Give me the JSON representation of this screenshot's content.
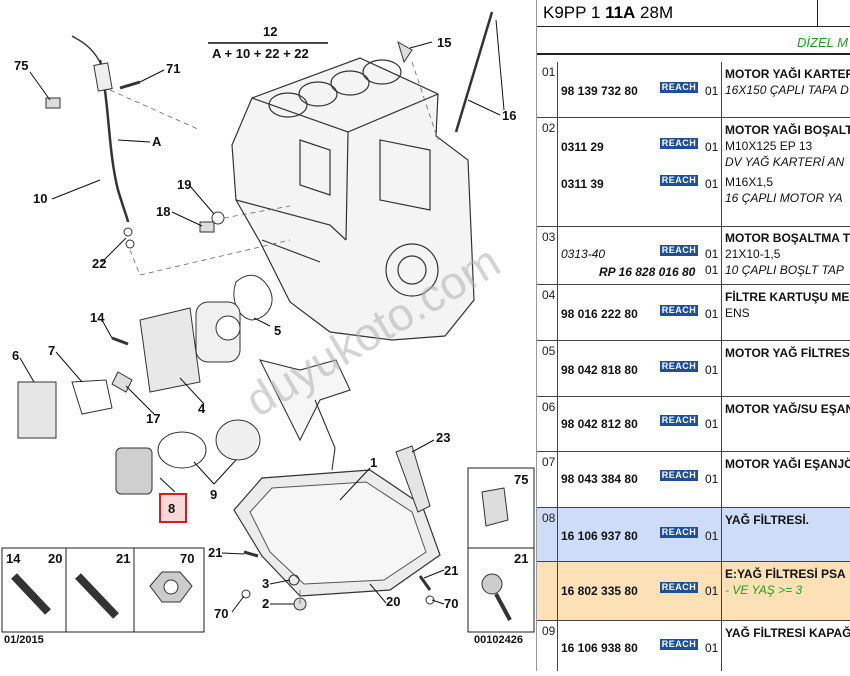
{
  "diagram": {
    "callouts": {
      "c12": "12",
      "formula": "A + 10 + 22 + 22",
      "c75": "75",
      "c71": "71",
      "c15": "15",
      "c16": "16",
      "cA": "A",
      "c10": "10",
      "c19": "19",
      "c18": "18",
      "c22": "22",
      "c14": "14",
      "c6": "6",
      "c7": "7",
      "c5": "5",
      "c17": "17",
      "c4": "4",
      "c9": "9",
      "c8": "8",
      "c23": "23",
      "c1": "1",
      "c21a": "21",
      "c21b": "21",
      "c3": "3",
      "c2": "2",
      "c70a": "70",
      "c70b": "70",
      "c20": "20"
    },
    "thumbs": {
      "t14": "14",
      "t20": "20",
      "t21": "21",
      "t70": "70",
      "t75": "75",
      "t21b": "21"
    },
    "footer_left": "01/2015",
    "footer_right": "00102426",
    "watermark": "duyukoto.com"
  },
  "panel": {
    "title_prefix": "K9PP 1 ",
    "title_bold": "11A",
    "title_suffix": " 28M",
    "subheader": "DİZEL M",
    "reach_label": "REACH",
    "rows": [
      {
        "no": "01",
        "ref1": "98 139 732 80",
        "qty1": "01",
        "title": "MOTOR YAĞI KARTER",
        "line2": "16X150 ÇAPLI TAPA D"
      },
      {
        "no": "02",
        "ref1": "0311 29",
        "qty1": "01",
        "ref2": "0311 39",
        "qty2": "01",
        "title": "MOTOR YAĞI BOŞALT",
        "line2": "M10X125 EP 13",
        "line3": "DV YAĞ KARTERİ AN",
        "line4": "M16X1,5",
        "line5": "16 ÇAPLI MOTOR YA"
      },
      {
        "no": "03",
        "ref1": "0313-40",
        "qty1": "01",
        "ref2": "RP 16 828 016 80",
        "qty2": "01",
        "title": "MOTOR BOŞALTMA T",
        "line2": "21X10-1,5",
        "line3": "10 ÇAPLI BOŞLT TAP"
      },
      {
        "no": "04",
        "ref1": "98 016 222 80",
        "qty1": "01",
        "title": "FİLTRE KARTUŞU ME",
        "line2": "ENS"
      },
      {
        "no": "05",
        "ref1": "98 042 818 80",
        "qty1": "01",
        "title": "MOTOR YAĞ FİLTRES"
      },
      {
        "no": "06",
        "ref1": "98 042 812 80",
        "qty1": "01",
        "title": "MOTOR YAĞ/SU EŞAN"
      },
      {
        "no": "07",
        "ref1": "98 043 384 80",
        "qty1": "01",
        "title": "MOTOR YAĞI EŞANJÖ"
      },
      {
        "no": "08",
        "ref1": "16 106 937 80",
        "qty1": "01",
        "title": "YAĞ FİLTRESİ."
      },
      {
        "no": "",
        "ref1": "16 802 335 80",
        "qty1": "01",
        "title": "E:YAĞ FİLTRESİ PSA",
        "line2": "- VE YAŞ >= 3"
      },
      {
        "no": "09",
        "ref1": "16 106 938 80",
        "qty1": "01",
        "title": "YAĞ FİLTRESİ KAPAĞ"
      }
    ]
  },
  "colors": {
    "highlight_blue": "#cfdcf8",
    "highlight_orange": "#fbe1b5",
    "reach_badge": "#1f4e9c",
    "green_text": "#1aa31a",
    "callout_red": "#d02020"
  }
}
